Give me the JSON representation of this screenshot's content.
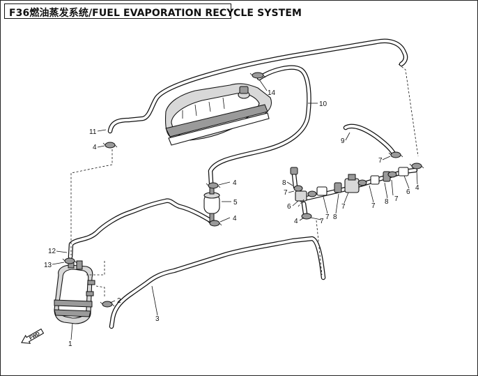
{
  "title": "F36燃油蒸发系统/FUEL EVAPORATION RECYCLE SYSTEM",
  "direction_label": "FWD",
  "icons": {
    "fwd_arrow": "fwd-arrow-icon",
    "fuel_tank": "fuel-tank-illustration",
    "canister": "carbon-canister-illustration",
    "fuel_filter": "fuel-filter-illustration"
  },
  "callouts": [
    {
      "id": "c1",
      "text": "1"
    },
    {
      "id": "c2",
      "text": "2"
    },
    {
      "id": "c3",
      "text": "3"
    },
    {
      "id": "c4a",
      "text": "4"
    },
    {
      "id": "c4b",
      "text": "4"
    },
    {
      "id": "c4c",
      "text": "4"
    },
    {
      "id": "c4d",
      "text": "4"
    },
    {
      "id": "c4e",
      "text": "4"
    },
    {
      "id": "c5",
      "text": "5"
    },
    {
      "id": "c6a",
      "text": "6"
    },
    {
      "id": "c6b",
      "text": "6"
    },
    {
      "id": "c7a",
      "text": "7"
    },
    {
      "id": "c7b",
      "text": "7"
    },
    {
      "id": "c7c",
      "text": "7"
    },
    {
      "id": "c7d",
      "text": "7"
    },
    {
      "id": "c7e",
      "text": "7"
    },
    {
      "id": "c7f",
      "text": "7"
    },
    {
      "id": "c7g",
      "text": "7"
    },
    {
      "id": "c8a",
      "text": "8"
    },
    {
      "id": "c8b",
      "text": "8"
    },
    {
      "id": "c8c",
      "text": "8"
    },
    {
      "id": "c9",
      "text": "9"
    },
    {
      "id": "c10",
      "text": "10"
    },
    {
      "id": "c11",
      "text": "11"
    },
    {
      "id": "c12",
      "text": "12"
    },
    {
      "id": "c13",
      "text": "13"
    },
    {
      "id": "c14",
      "text": "14"
    }
  ]
}
